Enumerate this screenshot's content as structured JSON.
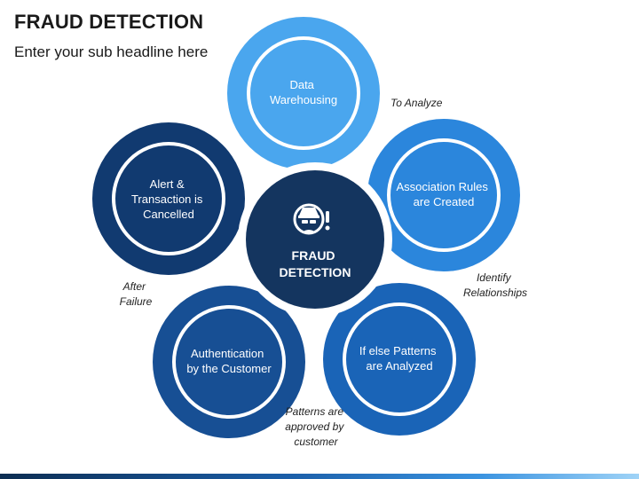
{
  "header": {
    "title": "FRAUD DETECTION",
    "subtitle": "Enter your sub headline here"
  },
  "center": {
    "icon": "spy-alert-icon",
    "line1": "FRAUD",
    "line2": "DETECTION"
  },
  "nodes": [
    {
      "lines": [
        "Data",
        "Warehousing"
      ],
      "color": "#4aa6ee"
    },
    {
      "lines": [
        "Association Rules",
        "are Created"
      ],
      "color": "#2b86dc"
    },
    {
      "lines": [
        "If else Patterns",
        "are Analyzed"
      ],
      "color": "#1a64b7"
    },
    {
      "lines": [
        "Authentication",
        "by the Customer"
      ],
      "color": "#174f94"
    },
    {
      "lines": [
        "Alert &",
        "Transaction is",
        "Cancelled"
      ],
      "color": "#113a70"
    }
  ],
  "connectors": [
    {
      "lines": [
        "To Analyze"
      ]
    },
    {
      "lines": [
        "Identify",
        "Relationships"
      ]
    },
    {
      "lines": [
        "Patterns are",
        "approved by",
        "customer"
      ]
    },
    {
      "lines": [
        "After",
        "Failure"
      ]
    }
  ],
  "colors": {
    "center_ring": "#ffffff",
    "center_fill": "#14355f",
    "ring_stroke": "#ffffff"
  }
}
